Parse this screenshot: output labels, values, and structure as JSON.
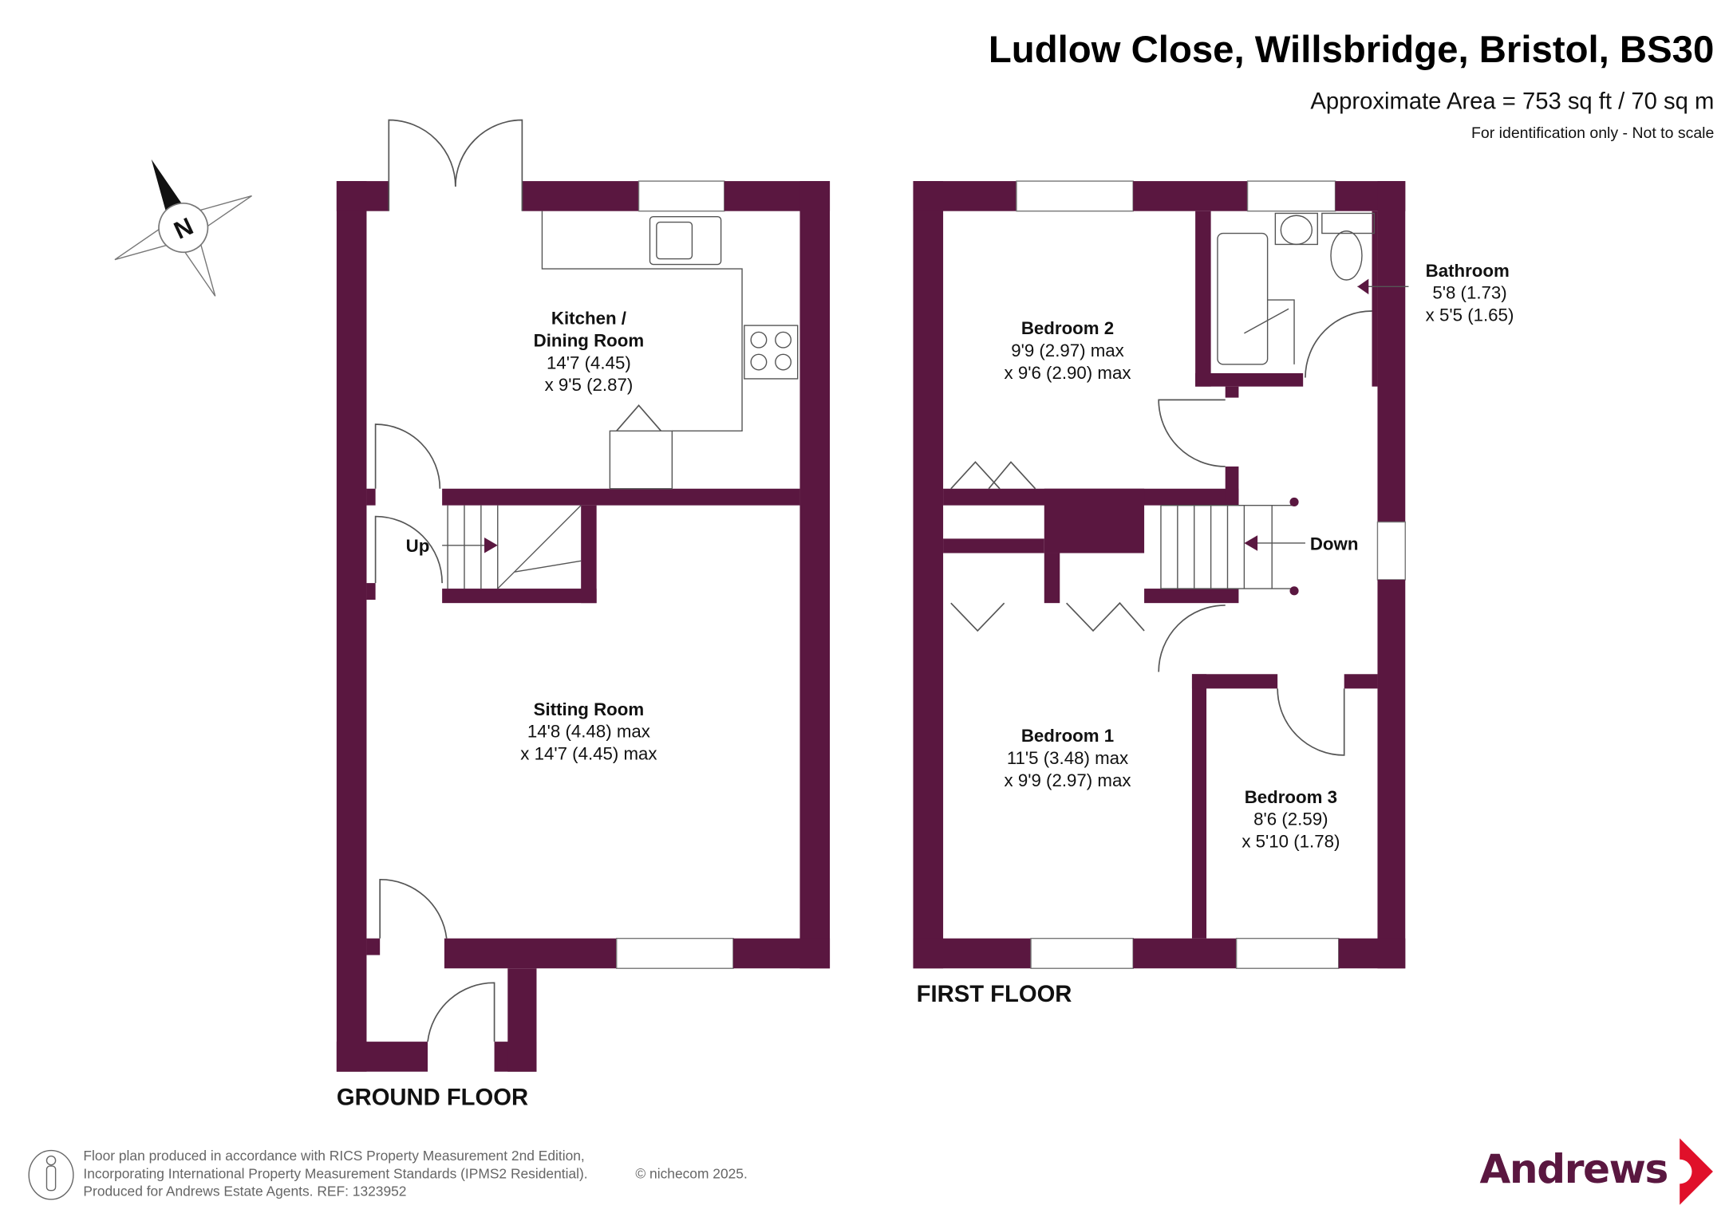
{
  "header": {
    "title": "Ludlow Close, Willsbridge, Bristol, BS30",
    "area": "Approximate Area = 753 sq ft / 70 sq m",
    "disclaimer": "For identification only - Not to scale"
  },
  "compass": {
    "label": "N"
  },
  "ground_floor": {
    "label": "GROUND FLOOR",
    "stairs_label": "Up",
    "rooms": [
      {
        "name_line1": "Kitchen /",
        "name_line2": "Dining Room",
        "dim1": "14'7 (4.45)",
        "dim2": "x 9'5 (2.87)"
      },
      {
        "name": "Sitting Room",
        "dim1": "14'8 (4.48) max",
        "dim2": "x 14'7 (4.45) max"
      }
    ]
  },
  "first_floor": {
    "label": "FIRST FLOOR",
    "stairs_label": "Down",
    "rooms": [
      {
        "name": "Bedroom 2",
        "dim1": "9'9 (2.97) max",
        "dim2": "x 9'6 (2.90) max"
      },
      {
        "name": "Bathroom",
        "dim1": "5'8 (1.73)",
        "dim2": "x 5'5 (1.65)"
      },
      {
        "name": "Bedroom 1",
        "dim1": "11'5 (3.48) max",
        "dim2": "x 9'9 (2.97) max"
      },
      {
        "name": "Bedroom 3",
        "dim1": "8'6 (2.59)",
        "dim2": "x 5'10 (1.78)"
      }
    ]
  },
  "footer": {
    "line1": "Floor plan produced in accordance with RICS Property Measurement 2nd Edition,",
    "line2": "Incorporating International Property Measurement Standards (IPMS2 Residential).",
    "copyright": "© nichecom 2025.",
    "line3": "Produced for Andrews Estate Agents.   REF: 1323952"
  },
  "brand": {
    "name": "Andrews",
    "color": "#5a1740",
    "accent": "#e0102a"
  },
  "colors": {
    "wall": "#5a1740"
  }
}
